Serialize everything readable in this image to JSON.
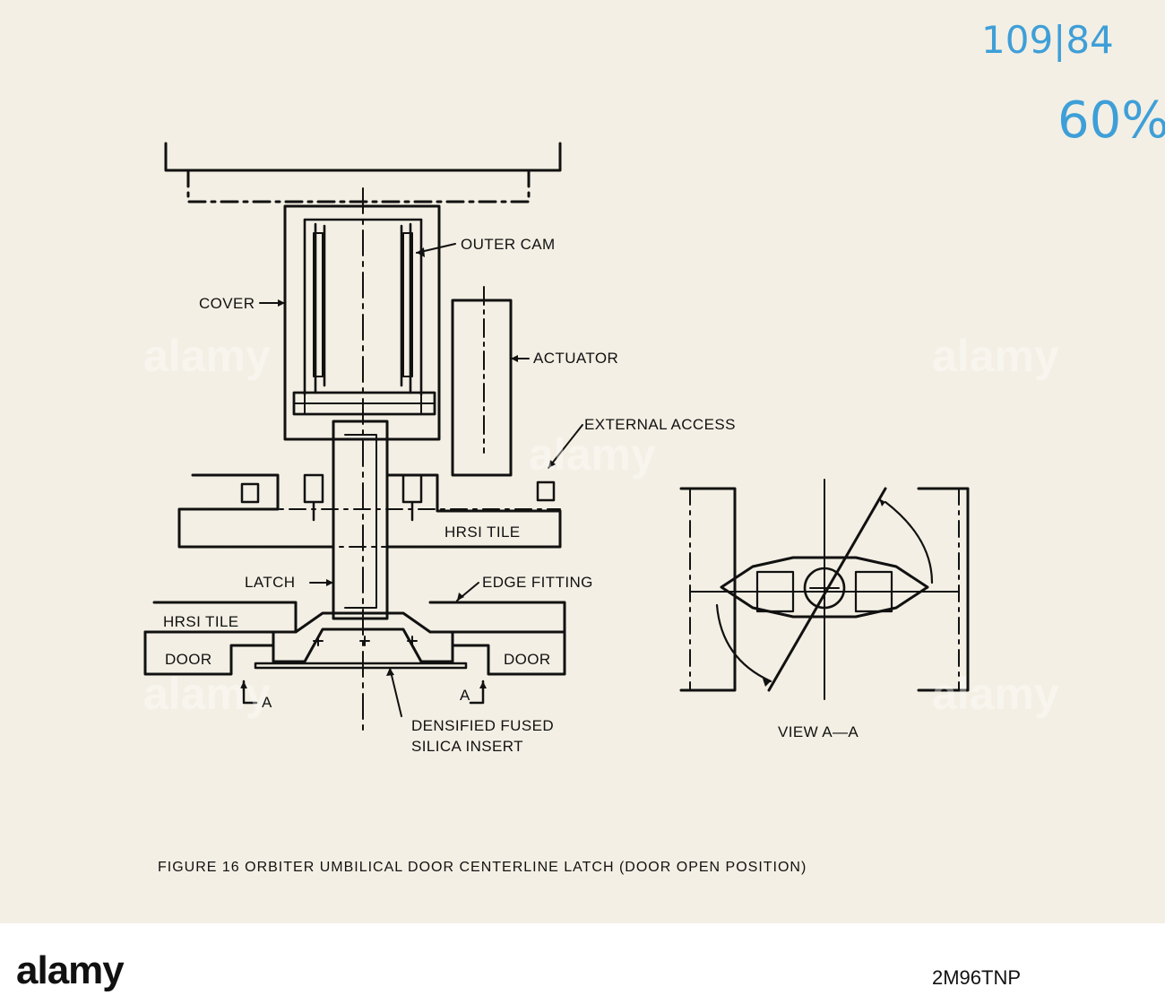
{
  "annotations": {
    "top_number": "109|84",
    "percent": "60%"
  },
  "labels": {
    "outer_cam": "OUTER CAM",
    "cover": "COVER",
    "actuator": "ACTUATOR",
    "external_access": "EXTERNAL ACCESS",
    "hrsi_tile_upper": "HRSI TILE",
    "latch": "LATCH",
    "edge_fitting": "EDGE FITTING",
    "hrsi_tile_lower": "HRSI TILE",
    "door_left": "DOOR",
    "door_right": "DOOR",
    "section_a_left": "A",
    "section_a_right": "A",
    "insert_line1": "DENSIFIED FUSED",
    "insert_line2": "SILICA INSERT",
    "view_label": "VIEW A—A"
  },
  "caption": "FIGURE 16 ORBITER UMBILICAL DOOR CENTERLINE LATCH (DOOR OPEN POSITION)",
  "watermark": {
    "brand": "alamy",
    "code": "2M96TNP"
  }
}
